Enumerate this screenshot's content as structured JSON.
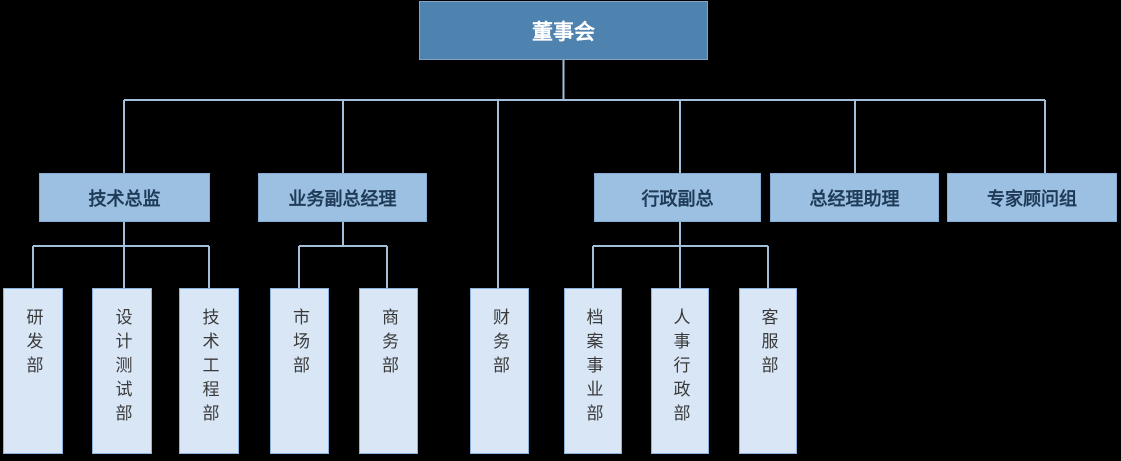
{
  "colors": {
    "background": "#000000",
    "root_fill": "#4E82AF",
    "root_border": "#7FA6C9",
    "root_text": "#FFFFFF",
    "level2_fill": "#9BC0E2",
    "level2_border": "#85ADD3",
    "level2_text": "#1F3B58",
    "level3_fill": "#D8E6F6",
    "level3_border": "#8AB2DC",
    "level3_text": "#3A3A3A",
    "connector": "#A3BFDA"
  },
  "org": {
    "root": {
      "label": "董事会"
    },
    "level2": [
      {
        "label": "技术总监",
        "parent": "董事会"
      },
      {
        "label": "业务副总经理",
        "parent": "董事会"
      },
      {
        "label": "行政副总",
        "parent": "董事会"
      },
      {
        "label": "总经理助理",
        "parent": "董事会"
      },
      {
        "label": "专家顾问组",
        "parent": "董事会"
      }
    ],
    "level3": [
      {
        "label": "研发部",
        "parent": "技术总监"
      },
      {
        "label": "设计测试部",
        "parent": "技术总监"
      },
      {
        "label": "技术工程部",
        "parent": "技术总监"
      },
      {
        "label": "市场部",
        "parent": "业务副总经理"
      },
      {
        "label": "商务部",
        "parent": "业务副总经理"
      },
      {
        "label": "财务部",
        "parent": "董事会"
      },
      {
        "label": "档案事业部",
        "parent": "行政副总"
      },
      {
        "label": "人事行政部",
        "parent": "行政副总"
      },
      {
        "label": "客服部",
        "parent": "行政副总"
      }
    ]
  }
}
